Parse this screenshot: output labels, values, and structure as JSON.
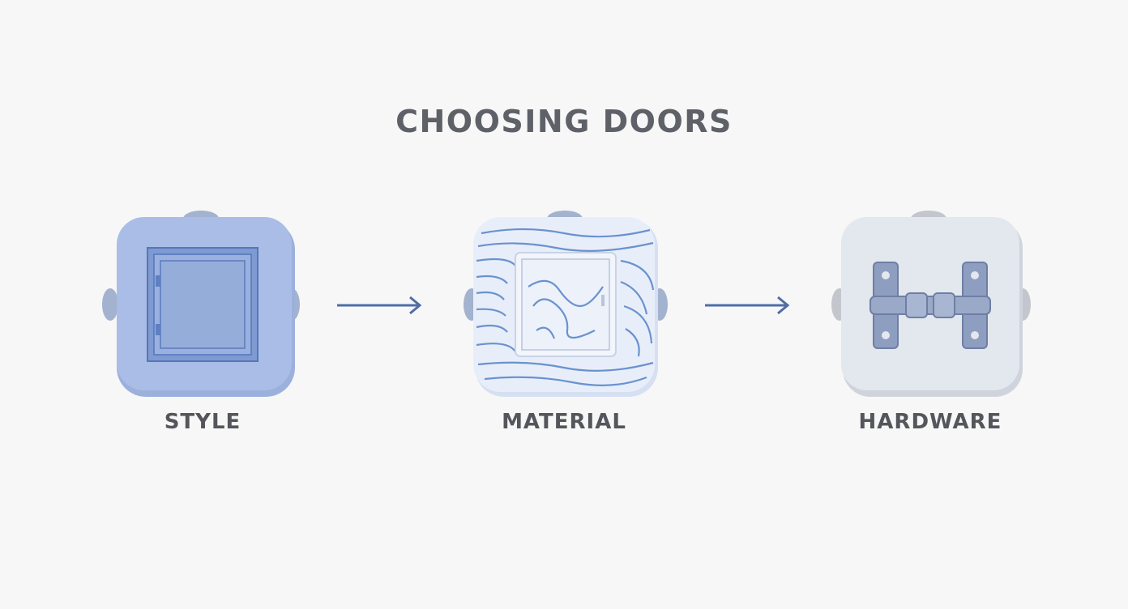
{
  "title": "CHOOSING DOORS",
  "steps": [
    {
      "label": "STYLE",
      "icon": "door-panel-icon",
      "color": "#9fb5e0"
    },
    {
      "label": "MATERIAL",
      "icon": "wood-grain-icon",
      "color": "#5b86c6"
    },
    {
      "label": "HARDWARE",
      "icon": "hinge-icon",
      "color": "#dfe3ea"
    }
  ],
  "arrow_color": "#4f6ea8"
}
